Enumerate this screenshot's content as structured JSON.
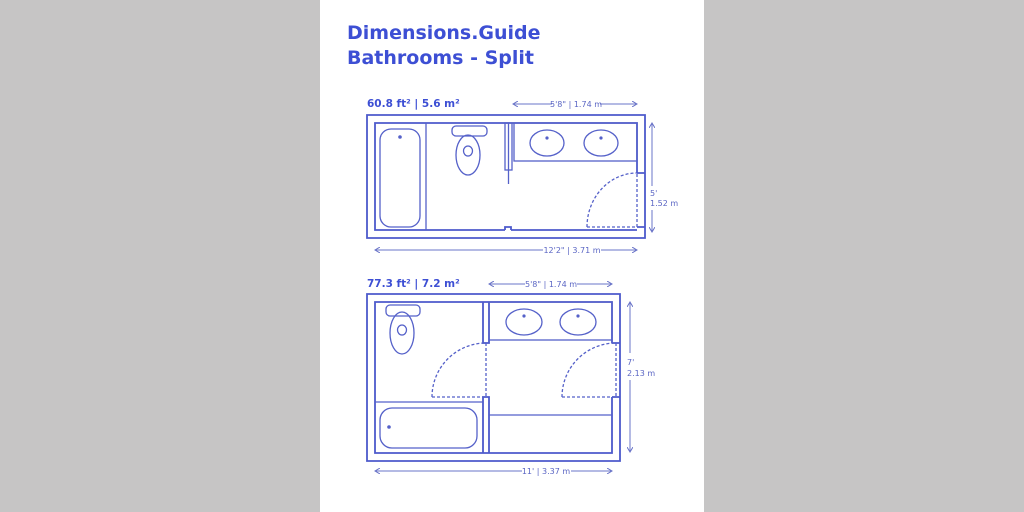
{
  "title": {
    "line1": "Dimensions.Guide",
    "line2": "Bathrooms - Split"
  },
  "plan1": {
    "area": "60.8 ft² | 5.6 m²",
    "vanity_width": "5'8\" | 1.74 m",
    "depth_ft": "5'",
    "depth_m": "1.52 m",
    "total_width": "12'2\" | 3.71 m"
  },
  "plan2": {
    "area": "77.3 ft² | 7.2 m²",
    "vanity_width": "5'8\" | 1.74 m",
    "depth_ft": "7'",
    "depth_m": "2.13 m",
    "total_width": "11' | 3.37 m"
  },
  "colors": {
    "accent": "#3d4fd4",
    "line": "#5561c9",
    "background": "#c6c5c5"
  }
}
